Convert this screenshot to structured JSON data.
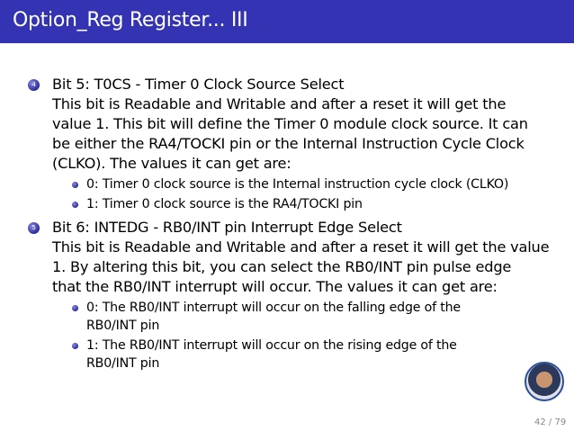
{
  "title": "Option_Reg Register... III",
  "items": [
    {
      "number": "4",
      "heading": "Bit 5: T0CS - Timer 0 Clock Source Select",
      "lines": [
        "This bit is Readable and Writable and after a reset it will get the",
        "value 1. This bit will define the Timer 0 module clock source. It can",
        "be either the RA4/TOCKI pin or the Internal Instruction Cycle Clock",
        "(CLKO). The values it can get are:"
      ],
      "subs": [
        "0: Timer 0 clock source is the Internal instruction cycle clock (CLKO)",
        "1: Timer 0 clock source is the RA4/TOCKI pin"
      ]
    },
    {
      "number": "5",
      "heading": "Bit 6: INTEDG - RB0/INT pin Interrupt Edge Select",
      "lines": [
        "This bit is Readable and Writable and after a reset it will get the value",
        "1. By altering this bit, you can select the RB0/INT pin pulse edge",
        "that the RB0/INT interrupt will occur. The values it can get are:"
      ],
      "subs": [
        "0: The RB0/INT interrupt will occur on the falling edge of the RB0/INT pin",
        "1: The RB0/INT interrupt will occur on the rising edge of the RB0/INT pin"
      ]
    }
  ],
  "page": "42 / 79",
  "colors": {
    "header": "#3333b3"
  }
}
